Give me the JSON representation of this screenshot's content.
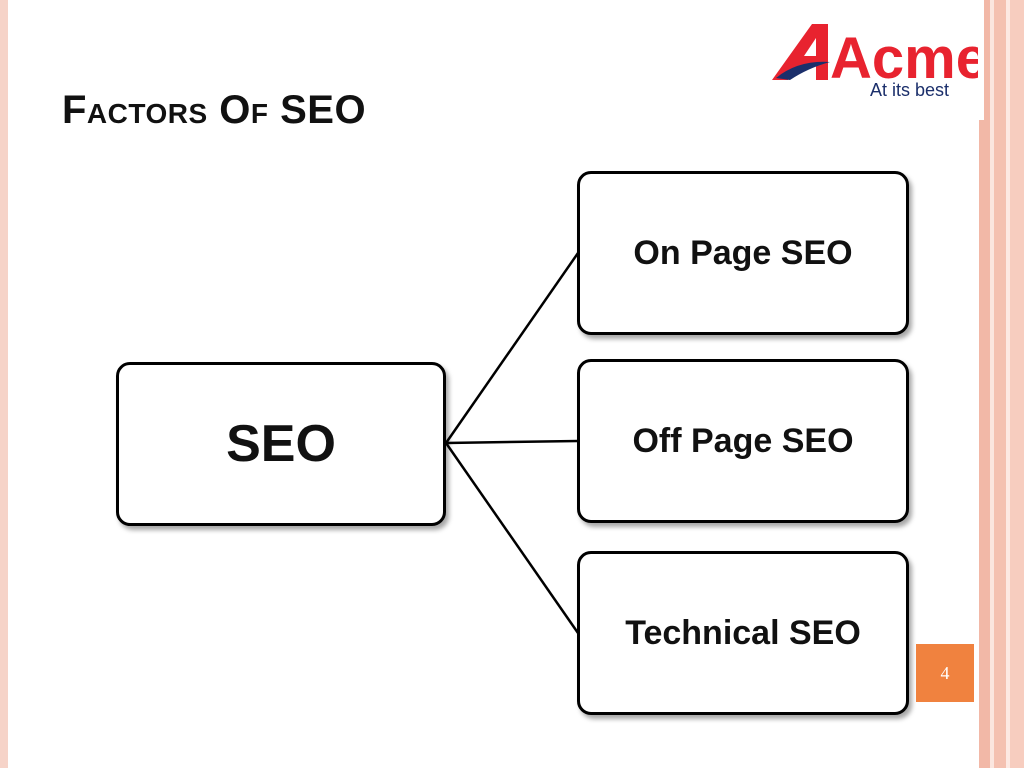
{
  "slide": {
    "title": "Factors Of SEO",
    "page_number": "4"
  },
  "logo": {
    "brand": "Acme",
    "tagline": "At its best",
    "colors": {
      "primary": "#e8232f",
      "secondary": "#1b2f6b"
    }
  },
  "diagram": {
    "root": {
      "label": "SEO"
    },
    "children": [
      {
        "label": "On Page SEO"
      },
      {
        "label": "Off Page SEO"
      },
      {
        "label": "Technical SEO"
      }
    ]
  },
  "colors": {
    "accent": "#f0823f",
    "border_stripes": "#f2b8a7"
  }
}
